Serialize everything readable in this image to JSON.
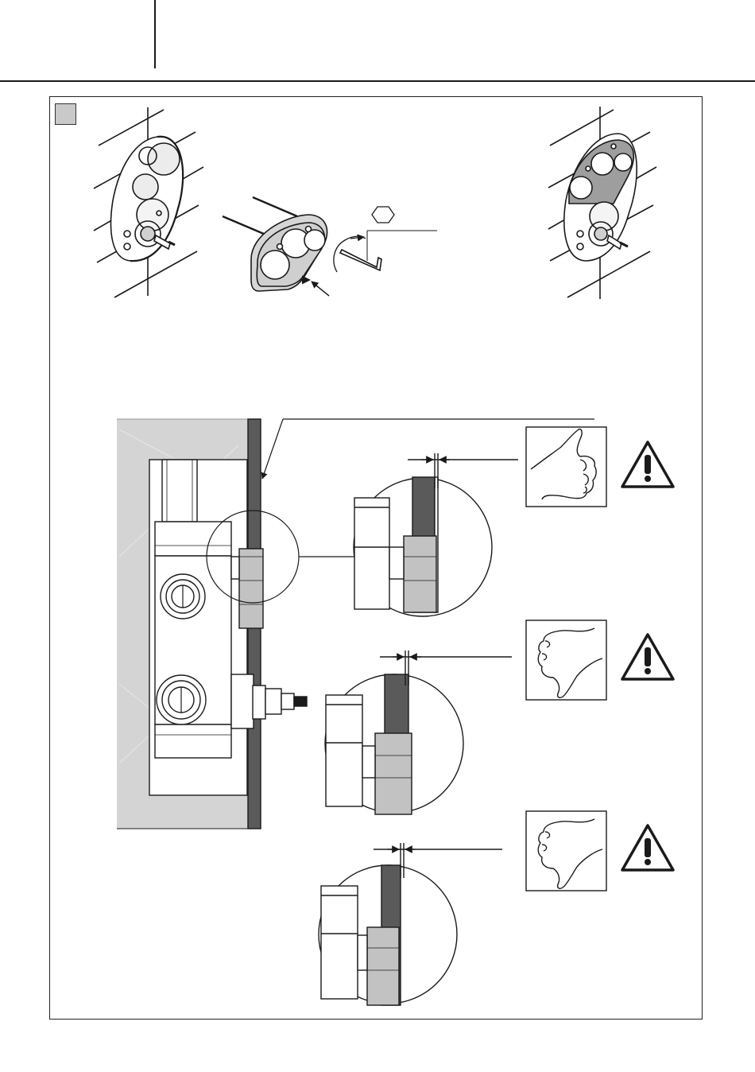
{
  "page": {
    "header": {},
    "step_marker": {
      "label": ""
    },
    "install_sequence": {
      "figures": [
        "valve-body-in-wall",
        "plaster-guard-plate-with-rods",
        "plate-fitted-on-valve"
      ],
      "tool_icon": "hex-key-icon"
    },
    "section_view": {
      "details": [
        {
          "id": "detail-flush",
          "verdict_icon": "thumbs-up-icon",
          "warning_icon": "warning-triangle-icon"
        },
        {
          "id": "detail-recessed",
          "verdict_icon": "thumbs-down-icon",
          "warning_icon": "warning-triangle-icon"
        },
        {
          "id": "detail-protruding",
          "verdict_icon": "thumbs-down-icon",
          "warning_icon": "warning-triangle-icon"
        }
      ]
    },
    "colors": {
      "line": "#1a1a1a",
      "fill_light": "#d6d6d6",
      "fill_mid": "#bdbdbd",
      "fill_dark": "#555555"
    }
  }
}
